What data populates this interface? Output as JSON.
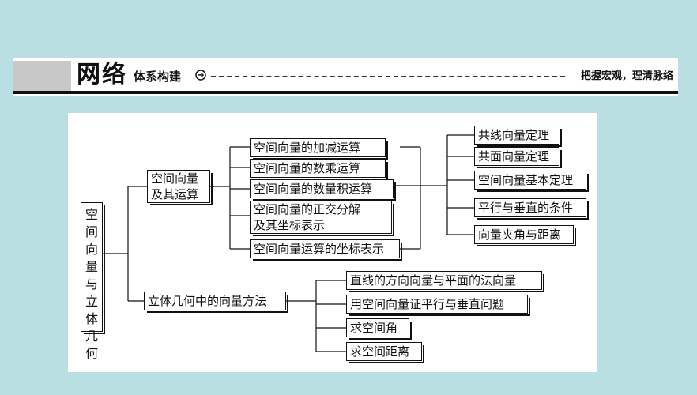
{
  "header": {
    "title_main": "网络",
    "title_sub": "体系构建",
    "right_text": "把握宏观，理清脉络"
  },
  "diagram": {
    "root": "空间向量与立体几何",
    "branch1": {
      "line1": "空间向量",
      "line2": "及其运算"
    },
    "ops": {
      "add_sub": "空间向量的加减运算",
      "scalar_mul": "空间向量的数乘运算",
      "dot": "空间向量的数量积运算",
      "ortho_line1": "空间向量的正交分解",
      "ortho_line2": "及其坐标表示",
      "coord_ops": "空间向量运算的坐标表示"
    },
    "theorems": {
      "collinear": "共线向量定理",
      "coplanar": "共面向量定理",
      "basic": "空间向量基本定理",
      "parallel_perp": "平行与垂直的条件",
      "angle_dist": "向量夹角与距离"
    },
    "branch2": "立体几何中的向量方法",
    "methods": {
      "direction_normal": "直线的方向向量与平面的法向量",
      "prove": "用空间向量证平行与垂直问题",
      "angle": "求空间角",
      "distance": "求空间距离"
    }
  }
}
